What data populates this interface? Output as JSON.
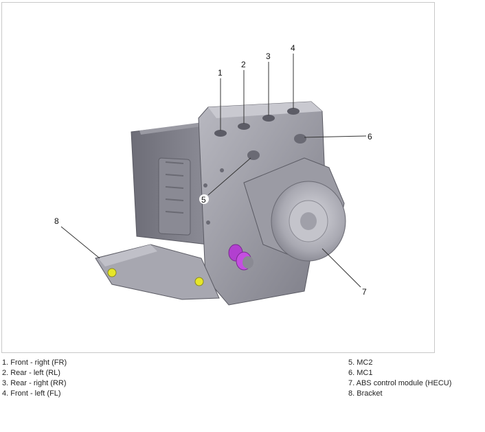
{
  "callouts": [
    "1",
    "2",
    "3",
    "4",
    "5",
    "6",
    "7",
    "8"
  ],
  "legend": {
    "left": [
      "1. Front - right (FR)",
      "2. Rear - left (RL)",
      "3. Rear - right (RR)",
      "4. Front - left (FL)"
    ],
    "right": [
      "5. MC2",
      "6. MC1",
      "7. ABS control module (HECU)",
      "8. Bracket"
    ]
  }
}
